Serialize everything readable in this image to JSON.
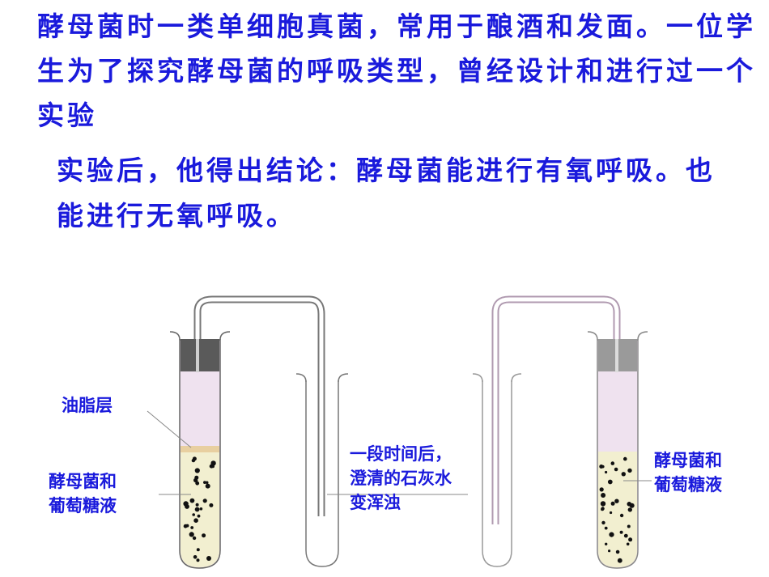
{
  "intro_text": "酵母菌时一类单细胞真菌，常用于酿酒和发面。一位学生为了探究酵母菌的呼吸类型，曾经设计和进行过一个实验",
  "conclusion_text": "实验后，他得出结论：酵母菌能进行有氧呼吸。也能进行无氧呼吸。",
  "diagram": {
    "label_oil_layer": "油脂层",
    "label_yeast_left": [
      "酵母菌和",
      "葡萄糖液"
    ],
    "label_limewater": [
      "一段时间后，",
      "澄清的石灰水",
      "变浑浊"
    ],
    "label_yeast_right": [
      "酵母菌和",
      "葡萄糖液"
    ]
  },
  "colors": {
    "text": "#1a1adc",
    "stopper": "#5a5a5a",
    "tube_fill": "#efe2ef",
    "yeast_liquid": "#f2efd0",
    "oil_layer": "#e8cfa0",
    "dots": "#111111"
  }
}
